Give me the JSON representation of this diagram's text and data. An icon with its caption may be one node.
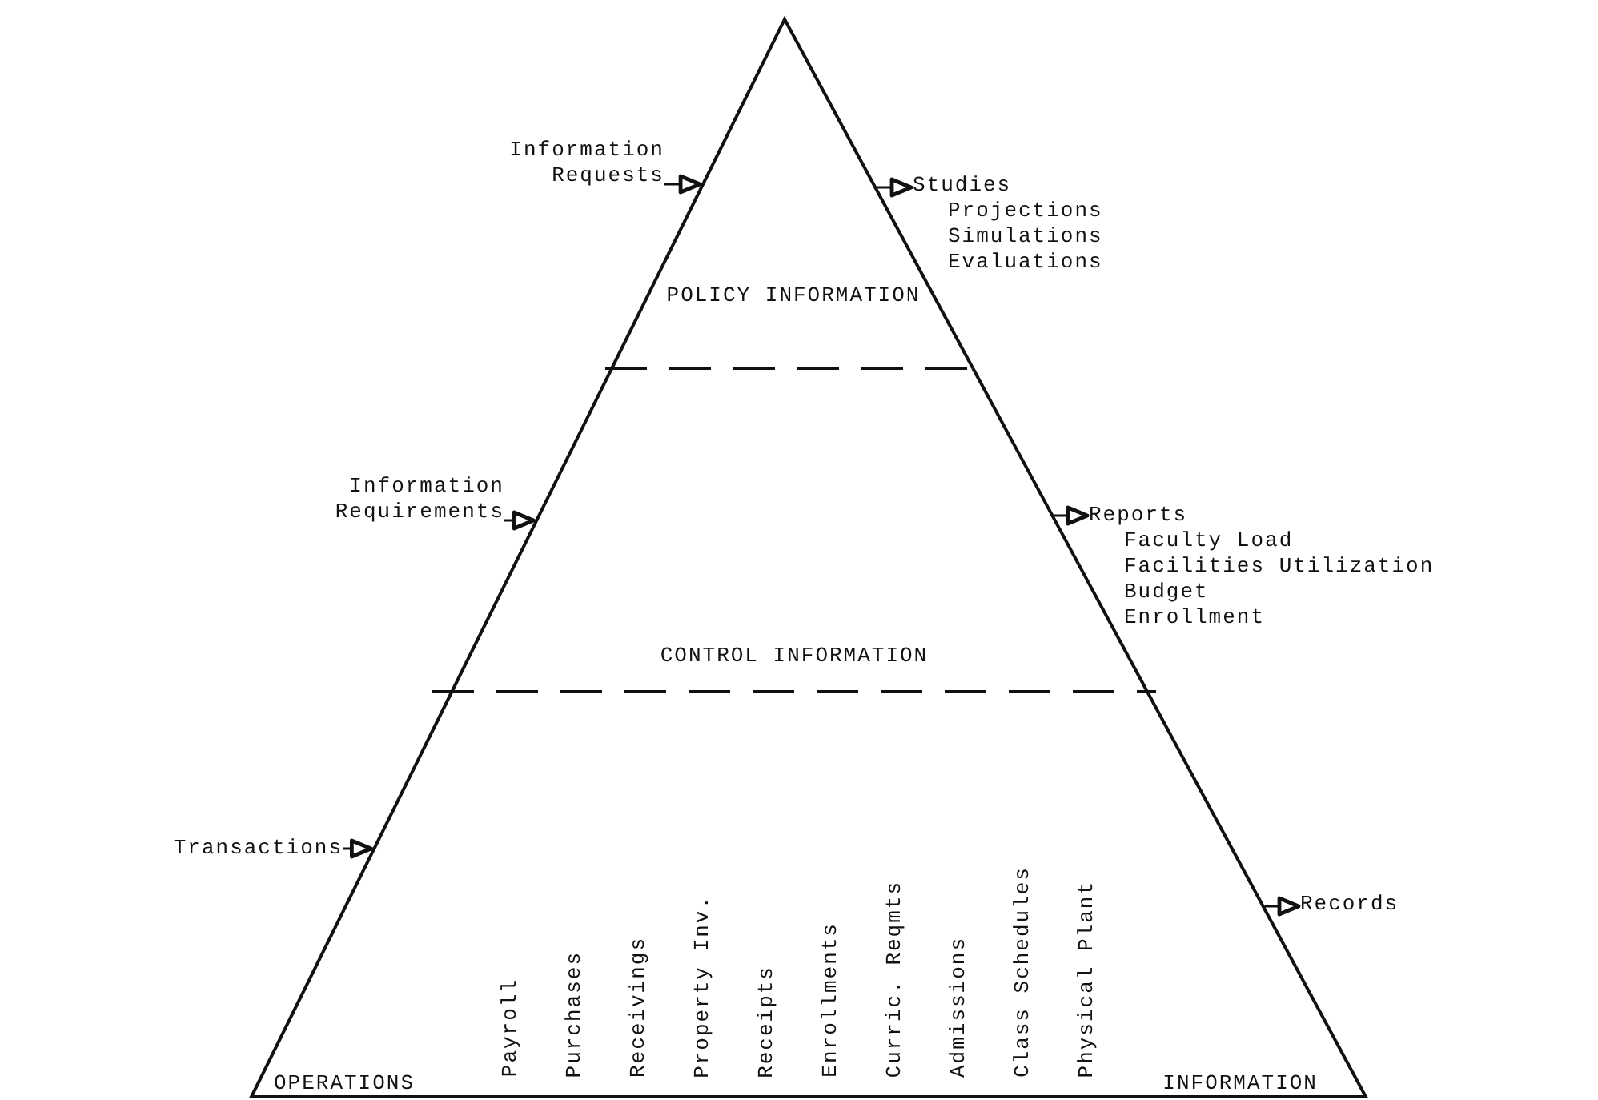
{
  "diagram": {
    "nodes": [
      {
        "text": [
          "POLICY INFORMATION"
        ]
      },
      {
        "text": [
          "CONTROL INFORMATION"
        ]
      },
      {
        "text": [
          "OPERATIONS",
          "Payroll",
          "Purchases",
          "Receivings",
          "Property Inv.",
          "Receipts",
          "Enrollments",
          "Curric. Reqmts",
          "Admissions",
          "Class Schedules",
          "Physical Plant",
          "INFORMATION"
        ]
      },
      {
        "text": [
          "Information Requests"
        ]
      },
      {
        "text": [
          "Studies",
          "Projections",
          "Simulations",
          "Evaluations"
        ]
      },
      {
        "text": [
          "Information Requirements"
        ]
      },
      {
        "text": [
          "Reports",
          "Faculty Load",
          "Facilities Utilization",
          "Budget",
          "Enrollment"
        ]
      },
      {
        "text": [
          "Transactions"
        ]
      },
      {
        "text": [
          "Records"
        ]
      }
    ],
    "edges": [
      {
        "from": 3,
        "to": 0,
        "arrow": "to"
      },
      {
        "from": 0,
        "to": 4,
        "arrow": "to"
      },
      {
        "from": 5,
        "to": 1,
        "arrow": "to"
      },
      {
        "from": 1,
        "to": 6,
        "arrow": "to"
      },
      {
        "from": 7,
        "to": 2,
        "arrow": "to"
      },
      {
        "from": 2,
        "to": 8,
        "arrow": "to"
      }
    ]
  }
}
